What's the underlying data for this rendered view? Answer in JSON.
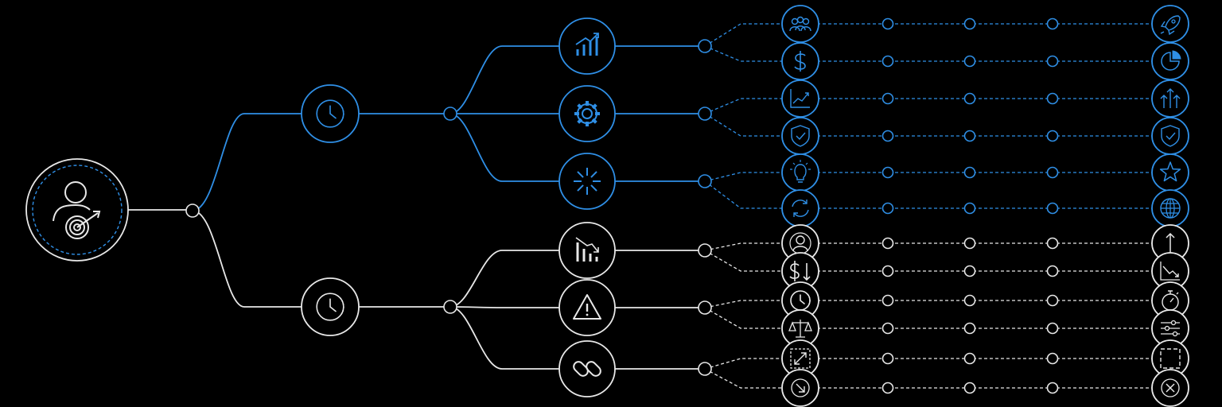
{
  "colors": {
    "background": "#000000",
    "accent_blue": "#2f8fe6",
    "neutral_white": "#e8e8e8"
  },
  "root": {
    "icon": "person-target-icon"
  },
  "level1": [
    {
      "id": "upper",
      "tone": "blue",
      "icon": "clock-icon"
    },
    {
      "id": "lower",
      "tone": "white",
      "icon": "clock-icon"
    }
  ],
  "level2": [
    {
      "parent": "upper",
      "tone": "blue",
      "icon": "bar-chart-growth-icon"
    },
    {
      "parent": "upper",
      "tone": "blue",
      "icon": "gear-icon"
    },
    {
      "parent": "upper",
      "tone": "blue",
      "icon": "spark-burst-icon"
    },
    {
      "parent": "lower",
      "tone": "white",
      "icon": "bar-chart-decline-icon"
    },
    {
      "parent": "lower",
      "tone": "white",
      "icon": "warning-triangle-icon"
    },
    {
      "parent": "lower",
      "tone": "white",
      "icon": "broken-link-icon"
    }
  ],
  "rows": [
    {
      "tone": "blue",
      "start_icon": "people-group-icon",
      "end_icon": "rocket-icon"
    },
    {
      "tone": "blue",
      "start_icon": "dollar-icon",
      "end_icon": "pie-chart-icon"
    },
    {
      "tone": "blue",
      "start_icon": "line-chart-icon",
      "end_icon": "up-arrows-icon"
    },
    {
      "tone": "blue",
      "start_icon": "shield-check-icon",
      "end_icon": "shield-check-icon"
    },
    {
      "tone": "blue",
      "start_icon": "lightbulb-icon",
      "end_icon": "star-icon"
    },
    {
      "tone": "blue",
      "start_icon": "refresh-icon",
      "end_icon": "globe-icon"
    },
    {
      "tone": "white",
      "start_icon": "user-icon",
      "end_icon": "arrow-up-icon"
    },
    {
      "tone": "white",
      "start_icon": "dollar-down-icon",
      "end_icon": "trend-down-icon"
    },
    {
      "tone": "white",
      "start_icon": "clock-icon",
      "end_icon": "stopwatch-icon"
    },
    {
      "tone": "white",
      "start_icon": "scale-icon",
      "end_icon": "sliders-icon"
    },
    {
      "tone": "white",
      "start_icon": "expand-icon",
      "end_icon": "dashed-square-icon"
    },
    {
      "tone": "white",
      "start_icon": "arrow-down-right-circle-icon",
      "end_icon": "close-circle-icon"
    }
  ]
}
